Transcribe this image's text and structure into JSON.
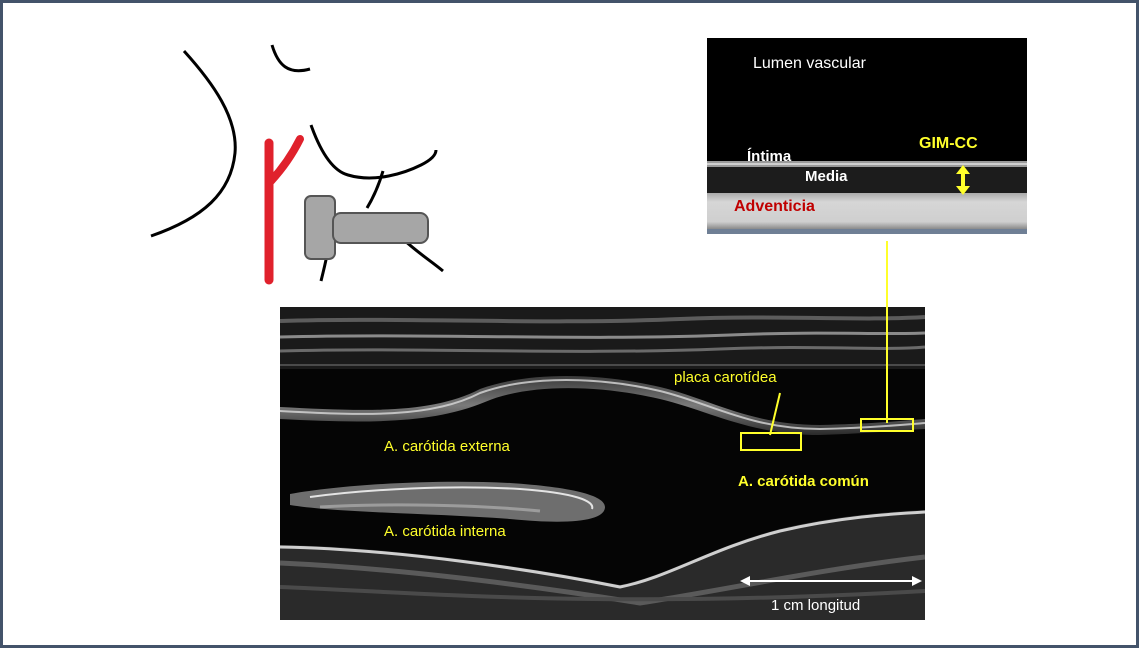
{
  "inset": {
    "lumen": "Lumen vascular",
    "intima": "Íntima",
    "media": "Media",
    "adventicia": "Adventicia",
    "gim": "GIM-CC"
  },
  "ultrasound": {
    "external": "A. carótida externa",
    "internal": "A. carótida interna",
    "plaque": "placa carotídea",
    "common": "A. carótida común",
    "scale": "1 cm longitud"
  },
  "colors": {
    "annotation_yellow": "#ffff2b",
    "adventicia_red": "#c00000",
    "artery_red": "#e0212c",
    "frame_border": "#43536a"
  },
  "icons": {
    "neck_sketch": "neck-probe-sketch-icon",
    "double_arrow": "double-arrow-icon"
  }
}
